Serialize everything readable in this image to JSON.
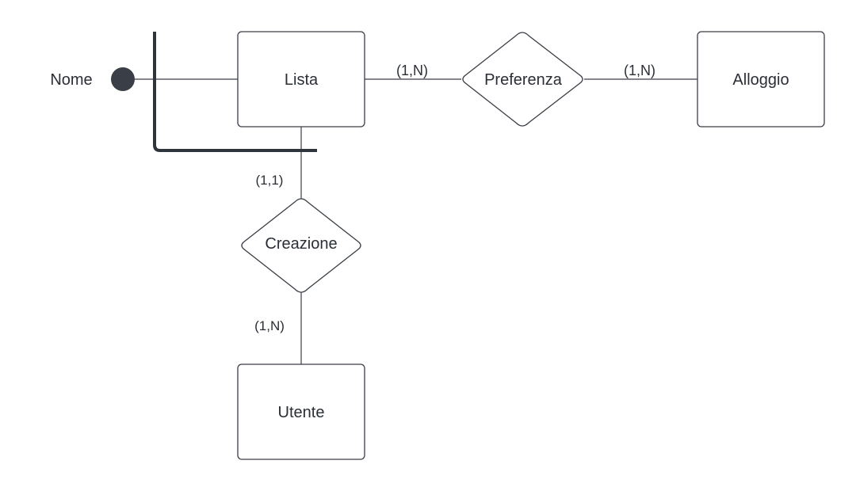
{
  "entities": {
    "lista": "Lista",
    "alloggio": "Alloggio",
    "utente": "Utente"
  },
  "relationships": {
    "preferenza": "Preferenza",
    "creazione": "Creazione"
  },
  "attributes": {
    "nome": "Nome"
  },
  "cardinalities": {
    "lista_preferenza": "(1,N)",
    "alloggio_preferenza": "(1,N)",
    "lista_creazione": "(1,1)",
    "utente_creazione": "(1,N)"
  },
  "colors": {
    "stroke": "#3a3f47",
    "attribute_dot": "#3a3f47",
    "identifier_bracket": "#2f353d",
    "text": "#2a2e35",
    "background": "#ffffff"
  }
}
